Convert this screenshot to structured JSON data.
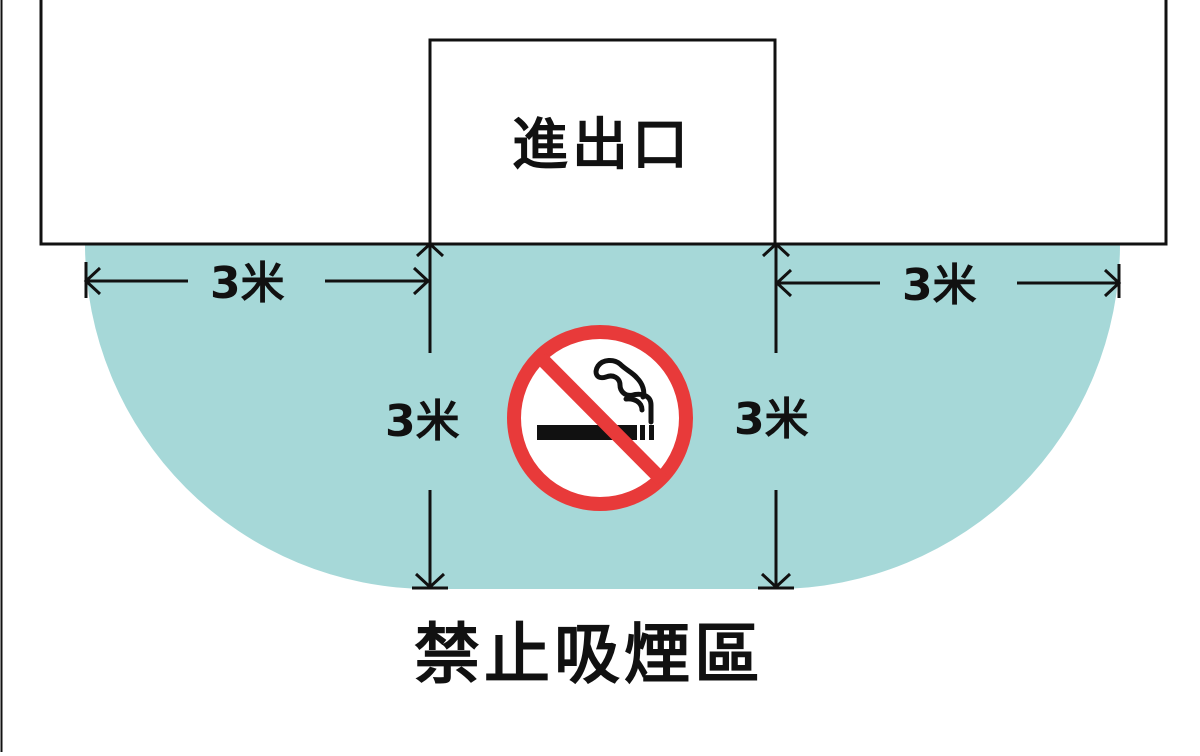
{
  "diagram": {
    "entrance_label": "進出口",
    "zone_title": "禁止吸煙區",
    "dimensions": {
      "left_horizontal": "3米",
      "right_horizontal": "3米",
      "left_vertical": "3米",
      "right_vertical": "3米"
    },
    "sign": {
      "icon": "no-smoking-icon"
    },
    "colors": {
      "zone_fill": "#a6d8d8",
      "sign_red": "#e83a3a",
      "line": "#111111"
    }
  }
}
